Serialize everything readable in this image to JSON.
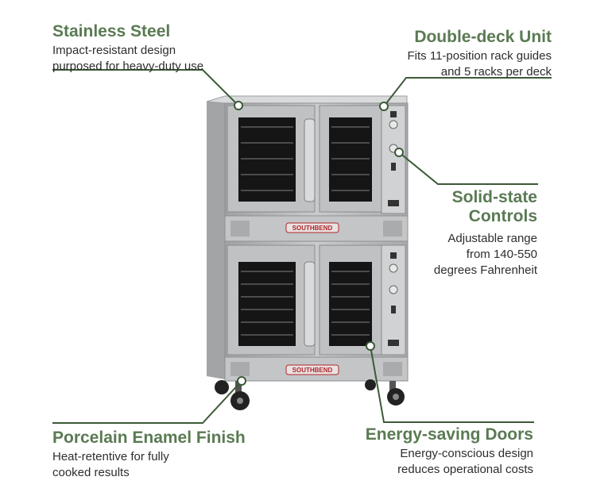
{
  "callouts": {
    "stainless": {
      "title": "Stainless Steel",
      "desc": [
        "Impact-resistant design",
        "purposed for heavy-duty use"
      ]
    },
    "double_deck": {
      "title": "Double-deck Unit",
      "desc": [
        "Fits 11-position rack guides",
        "and 5 racks per deck"
      ]
    },
    "solid_state": {
      "title": [
        "Solid-state",
        "Controls"
      ],
      "desc": [
        "Adjustable range",
        "from 140-550",
        "degrees Fahrenheit"
      ]
    },
    "porcelain": {
      "title": "Porcelain Enamel Finish",
      "desc": [
        "Heat-retentive for fully",
        "cooked results"
      ]
    },
    "energy": {
      "title": "Energy-saving Doors",
      "desc": [
        "Energy-conscious design",
        "reduces operational costs"
      ]
    }
  },
  "product": {
    "brand_label": "SOUTHBEND"
  },
  "colors": {
    "accent": "#5a7a53",
    "steel": "#b9bbbd",
    "steel_dark": "#8e9092",
    "brand_red": "#b3262b"
  }
}
